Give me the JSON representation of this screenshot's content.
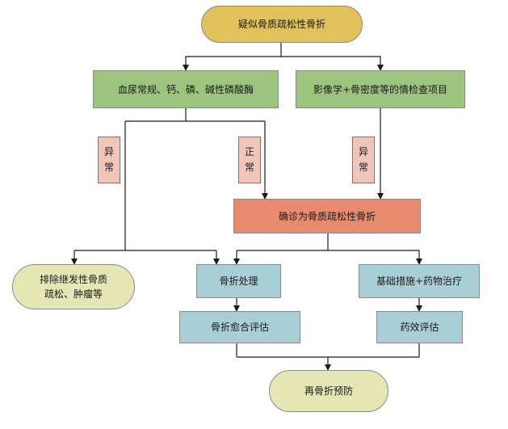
{
  "nodes": {
    "start": "疑似骨质疏松性骨折",
    "lab_test": "血尿常规、钙、磷、碱性磷酸酶",
    "imaging": "影像学+骨密度等的情检查项目",
    "diagnosis": "确诊为骨质疏松性骨折",
    "exclude": "排除继发性骨质\n疏松、肿瘤等",
    "fracture_treatment": "骨折处理",
    "basic_measures": "基础措施+药物治疗",
    "healing_eval": "骨折愈合评估",
    "drug_eval": "药效评估",
    "prevent": "再骨折预防"
  },
  "edge_labels": {
    "abnormal_left": "异\n常",
    "normal": "正\n常",
    "abnormal_right": "异\n常"
  },
  "colors": {
    "start_fill": "#e0c15a",
    "green_fill": "#9cc47e",
    "blue_fill": "#a8cfd6",
    "diagnosis_fill": "#e88a6e",
    "light_fill": "#e4e7b3",
    "tag_fill": "#f0c6b8",
    "line": "#1a1a1a"
  }
}
